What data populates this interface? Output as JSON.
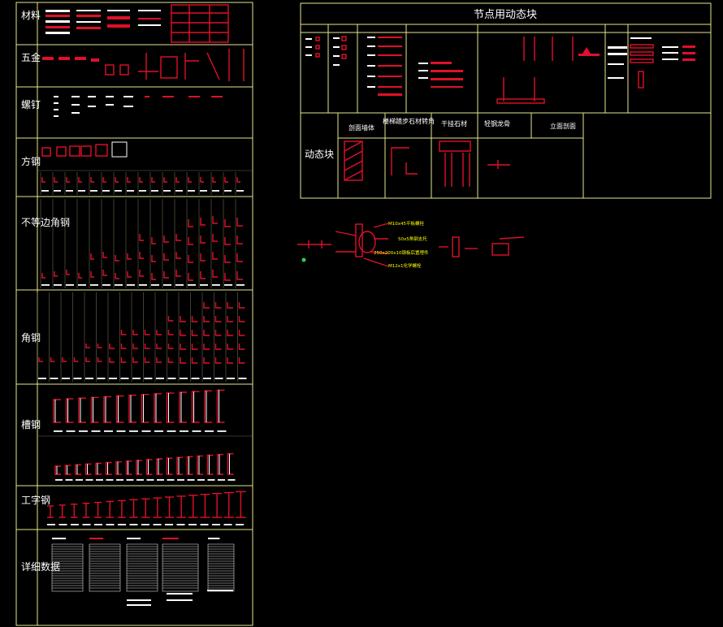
{
  "left_panel": {
    "sections": [
      {
        "key": "material",
        "label": "材料"
      },
      {
        "key": "hardware",
        "label": "五金"
      },
      {
        "key": "screw",
        "label": "螺钉"
      },
      {
        "key": "square_steel",
        "label": "方钢"
      },
      {
        "key": "unequal_angle",
        "label": "不等边角钢"
      },
      {
        "key": "angle_steel",
        "label": "角钢"
      },
      {
        "key": "channel_steel",
        "label": "槽钢"
      },
      {
        "key": "i_beam",
        "label": "工字钢"
      },
      {
        "key": "detail_data",
        "label": "详细数据"
      }
    ]
  },
  "right_panel": {
    "title": "节点用动态块",
    "dynamic_block_label": "动态块",
    "columns": [
      {
        "key": "section_wall",
        "label": "剖面墙体"
      },
      {
        "key": "stone_corner",
        "label": "楼梯踏步石材转角"
      },
      {
        "key": "dry_hang_stone",
        "label": "干挂石材"
      },
      {
        "key": "light_steel_keel",
        "label": "轻钢龙骨"
      },
      {
        "key": "elevation_section",
        "label": "立面剖面"
      }
    ]
  },
  "annotations": [
    "M10x45平板螺栓",
    "50x5角钢支托",
    "250x200x10钢板后置埋件",
    "M12x1化学螺栓"
  ],
  "colors": {
    "background": "#000000",
    "frame": "#e6e68c",
    "linework": "#e0102a",
    "text": "#ffffff",
    "annotation": "#ffff00"
  }
}
